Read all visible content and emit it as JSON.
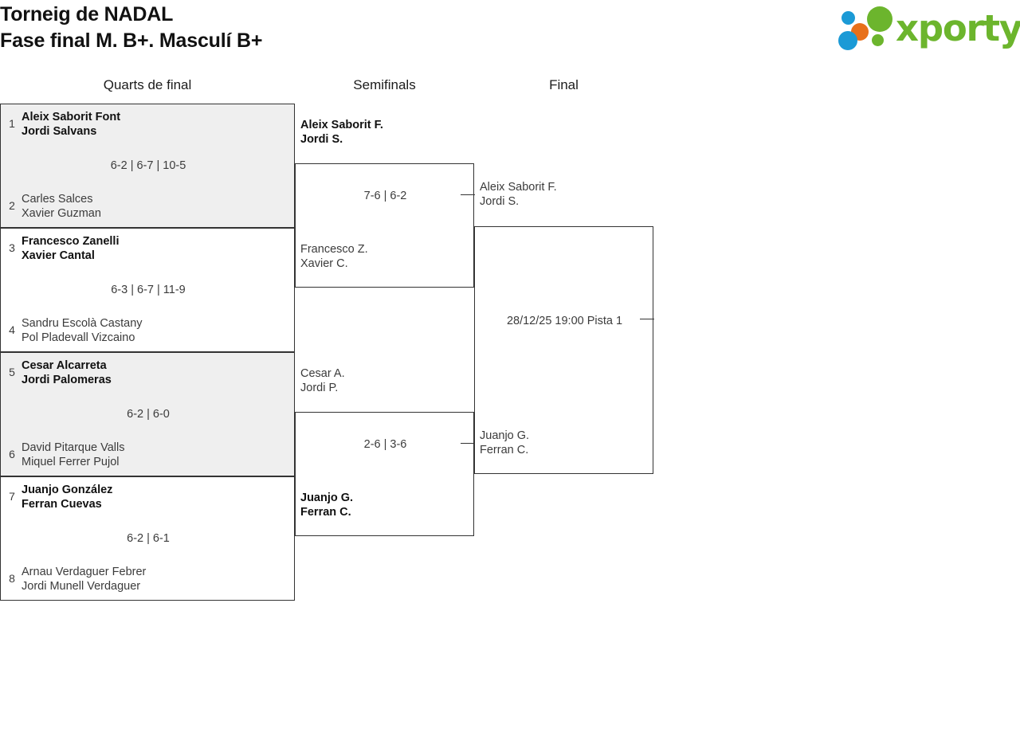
{
  "header": {
    "title_line1": "Torneig de NADAL",
    "title_line2": "Fase final M. B+. Masculí B+",
    "logo_text": "xporty"
  },
  "rounds": [
    {
      "label": "Quarts de final"
    },
    {
      "label": "Semifinals"
    },
    {
      "label": "Final"
    }
  ],
  "quarterfinals": [
    {
      "top": {
        "seed": "1",
        "p1": "Aleix Saborit Font",
        "p2": "Jordi Salvans",
        "winner": true
      },
      "bottom": {
        "seed": "2",
        "p1": "Carles Salces",
        "p2": "Xavier Guzman",
        "winner": false
      },
      "score": "6-2 | 6-7 | 10-5"
    },
    {
      "top": {
        "seed": "3",
        "p1": "Francesco Zanelli",
        "p2": "Xavier Cantal",
        "winner": true
      },
      "bottom": {
        "seed": "4",
        "p1": "Sandru Escolà Castany",
        "p2": "Pol Pladevall Vizcaino",
        "winner": false
      },
      "score": "6-3 | 6-7 | 11-9"
    },
    {
      "top": {
        "seed": "5",
        "p1": "Cesar Alcarreta",
        "p2": "Jordi Palomeras",
        "winner": true
      },
      "bottom": {
        "seed": "6",
        "p1": "David Pitarque Valls",
        "p2": "Miquel Ferrer Pujol",
        "winner": false
      },
      "score": "6-2 | 6-0"
    },
    {
      "top": {
        "seed": "7",
        "p1": "Juanjo González",
        "p2": "Ferran Cuevas",
        "winner": true
      },
      "bottom": {
        "seed": "8",
        "p1": "Arnau Verdaguer Febrer",
        "p2": "Jordi Munell Verdaguer",
        "winner": false
      },
      "score": "6-2 | 6-1"
    }
  ],
  "semifinals": [
    {
      "top": {
        "p1": "Aleix Saborit F.",
        "p2": "Jordi S.",
        "winner": true
      },
      "bottom": {
        "p1": "Francesco Z.",
        "p2": "Xavier C.",
        "winner": false
      },
      "score": "7-6 | 6-2"
    },
    {
      "top": {
        "p1": "Cesar A.",
        "p2": "Jordi P.",
        "winner": false
      },
      "bottom": {
        "p1": "Juanjo G.",
        "p2": "Ferran C.",
        "winner": true
      },
      "score": "2-6 | 3-6"
    }
  ],
  "final": {
    "top": {
      "p1": "Aleix Saborit F.",
      "p2": "Jordi S.",
      "winner": false
    },
    "bottom": {
      "p1": "Juanjo G.",
      "p2": "Ferran C.",
      "winner": false
    },
    "schedule": "28/12/25 19:00 Pista 1"
  },
  "colors": {
    "brand_green": "#6cb52d",
    "brand_blue": "#1b9ad6",
    "brand_orange": "#e8701a",
    "box_border": "#333333",
    "box_shaded": "#efefef"
  }
}
